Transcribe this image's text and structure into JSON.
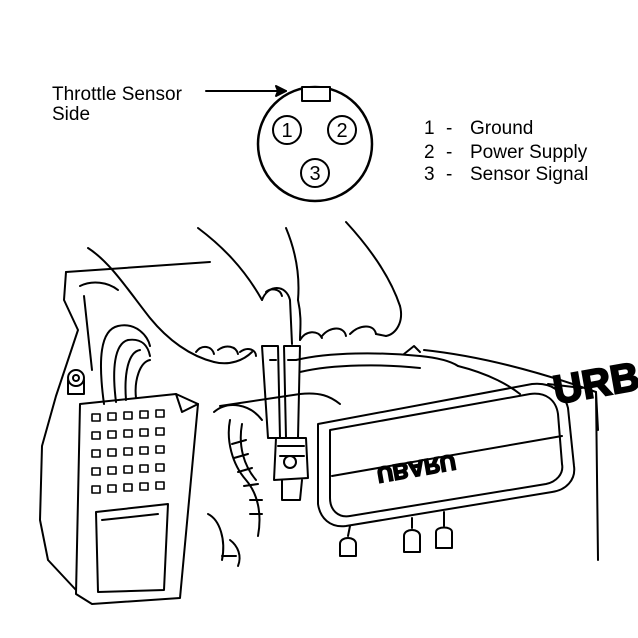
{
  "callout": {
    "line1": "Throttle Sensor",
    "line2": "Side"
  },
  "connector": {
    "pins": [
      "1",
      "2",
      "3"
    ]
  },
  "legend": [
    {
      "num": "1",
      "dash": "-",
      "text": "Ground"
    },
    {
      "num": "2",
      "dash": "-",
      "text": "Power Supply"
    },
    {
      "num": "3",
      "dash": "-",
      "text": "Sensor Signal"
    }
  ],
  "engine_cover": {
    "top_text": "URBO",
    "bottom_text": "UBARU"
  }
}
